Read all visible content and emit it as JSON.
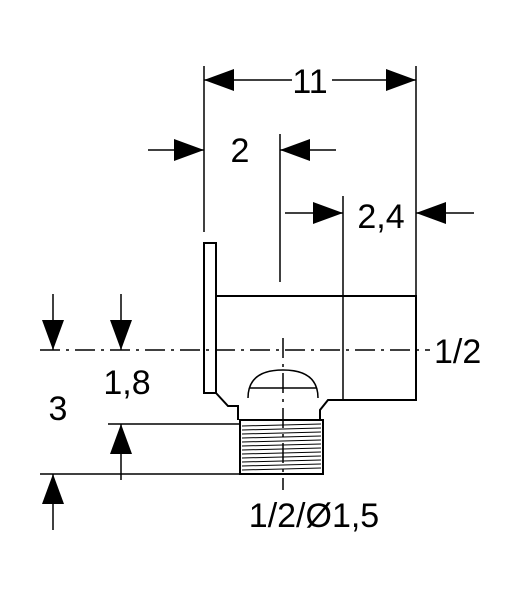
{
  "dimensions": {
    "overall_width": "11",
    "wall_offset": "2",
    "outlet_depth": "2,4",
    "connection_right": "1/2",
    "height_center": "1,8",
    "height_thread": "3",
    "connection_bottom": "1/2/Ø1,5"
  },
  "colors": {
    "stroke": "#000000",
    "background": "#ffffff"
  }
}
